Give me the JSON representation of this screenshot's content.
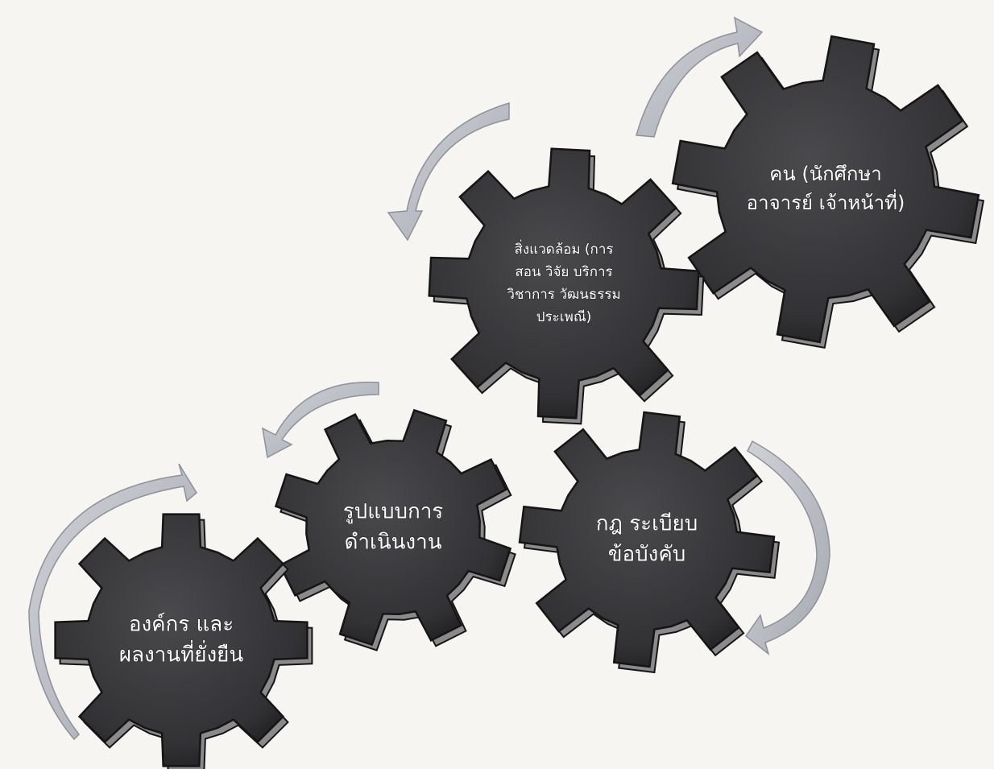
{
  "diagram": {
    "gears": [
      {
        "id": "people",
        "lines": [
          "คน (นักศึกษา",
          "อาจารย์ เจ้าหน้าที่)"
        ]
      },
      {
        "id": "environment",
        "lines": [
          "สิ่งแวดล้อม (การ",
          "สอน วิจัย บริการ",
          "วิชาการ วัฒนธรรม",
          "ประเพณี)"
        ]
      },
      {
        "id": "operation-model",
        "lines": [
          "รูปแบบการ",
          "ดำเนินงาน"
        ]
      },
      {
        "id": "rules",
        "lines": [
          "กฎ ระเบียบ",
          "ข้อบังคับ"
        ]
      },
      {
        "id": "organization",
        "lines": [
          "องค์กร และ",
          "ผลงานที่ยั่งยืน"
        ]
      }
    ],
    "colors": {
      "gear_fill": "#3b3a3c",
      "gear_rim": "#8a8a8c",
      "gear_edge": "#151515",
      "arrow_fill": "#b9bcc2",
      "arrow_edge": "#8e9298",
      "text": "#ffffff"
    }
  }
}
